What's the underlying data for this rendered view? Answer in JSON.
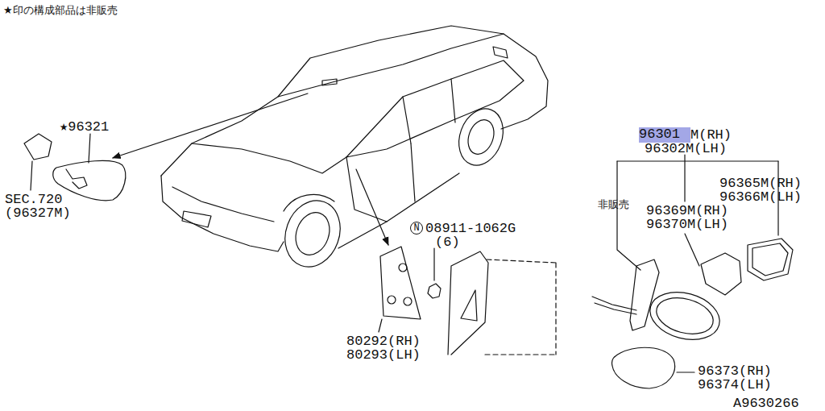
{
  "diagram": {
    "nodes": [
      {
        "text": [
          "96301"
        ]
      },
      {
        "text": [
          "N"
        ]
      }
    ],
    "labels": [
      "★印の構成部品は非販売",
      "★96321",
      "SEC.720",
      "(96327M)",
      "M(RH)",
      "96302M(LH)",
      "96365M(RH)",
      "96366M(LH)",
      "非販売",
      "96369M(RH)",
      "96370M(LH)",
      "08911-1062G",
      "(6)",
      "80292(RH)",
      "80293(LH)",
      "96373(RH)",
      "96374(LH)",
      "A9630266"
    ]
  }
}
